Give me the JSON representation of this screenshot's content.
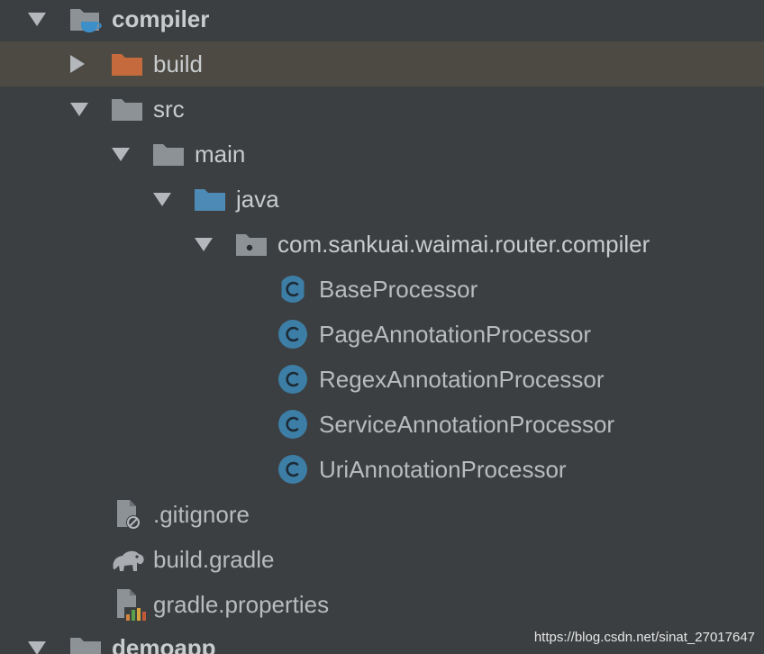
{
  "colors": {
    "background": "#3c3f41",
    "selected_row": "#4c4a43",
    "folder_gray": "#8d9297",
    "folder_source_blue": "#4e8ab6",
    "folder_excluded_orange": "#c56a3c",
    "class_badge_blue": "#3d7ea6",
    "module_badge_blue": "#3c8fc9",
    "text": "#c9cccf"
  },
  "tree": {
    "rows": [
      {
        "id": "compiler",
        "label": "compiler",
        "icon": "module-folder-icon",
        "expanded": true,
        "bold": true,
        "selected": false
      },
      {
        "id": "build",
        "label": "build",
        "icon": "excluded-folder-icon",
        "expanded": false,
        "bold": false,
        "selected": true
      },
      {
        "id": "src",
        "label": "src",
        "icon": "folder-icon",
        "expanded": true,
        "bold": false,
        "selected": false
      },
      {
        "id": "main",
        "label": "main",
        "icon": "folder-icon",
        "expanded": true,
        "bold": false,
        "selected": false
      },
      {
        "id": "java",
        "label": "java",
        "icon": "source-folder-icon",
        "expanded": true,
        "bold": false,
        "selected": false
      },
      {
        "id": "package",
        "label": "com.sankuai.waimai.router.compiler",
        "icon": "package-icon",
        "expanded": true,
        "bold": false,
        "selected": false
      },
      {
        "id": "base-processor",
        "label": "BaseProcessor",
        "icon": "abstract-class-icon",
        "bold": false,
        "selected": false
      },
      {
        "id": "page-annotation-processor",
        "label": "PageAnnotationProcessor",
        "icon": "class-icon",
        "bold": false,
        "selected": false
      },
      {
        "id": "regex-annotation-processor",
        "label": "RegexAnnotationProcessor",
        "icon": "class-icon",
        "bold": false,
        "selected": false
      },
      {
        "id": "service-annotation-processor",
        "label": "ServiceAnnotationProcessor",
        "icon": "class-icon",
        "bold": false,
        "selected": false
      },
      {
        "id": "uri-annotation-processor",
        "label": "UriAnnotationProcessor",
        "icon": "class-icon",
        "bold": false,
        "selected": false
      },
      {
        "id": "gitignore",
        "label": ".gitignore",
        "icon": "gitignore-file-icon",
        "bold": false,
        "selected": false
      },
      {
        "id": "build-gradle",
        "label": "build.gradle",
        "icon": "gradle-elephant-icon",
        "bold": false,
        "selected": false
      },
      {
        "id": "gradle-properties",
        "label": "gradle.properties",
        "icon": "properties-file-icon",
        "bold": false,
        "selected": false
      },
      {
        "id": "demoapp",
        "label": "demoapp",
        "icon": "folder-icon",
        "expanded": true,
        "bold": true,
        "selected": false
      }
    ]
  },
  "watermark": "https://blog.csdn.net/sinat_27017647"
}
